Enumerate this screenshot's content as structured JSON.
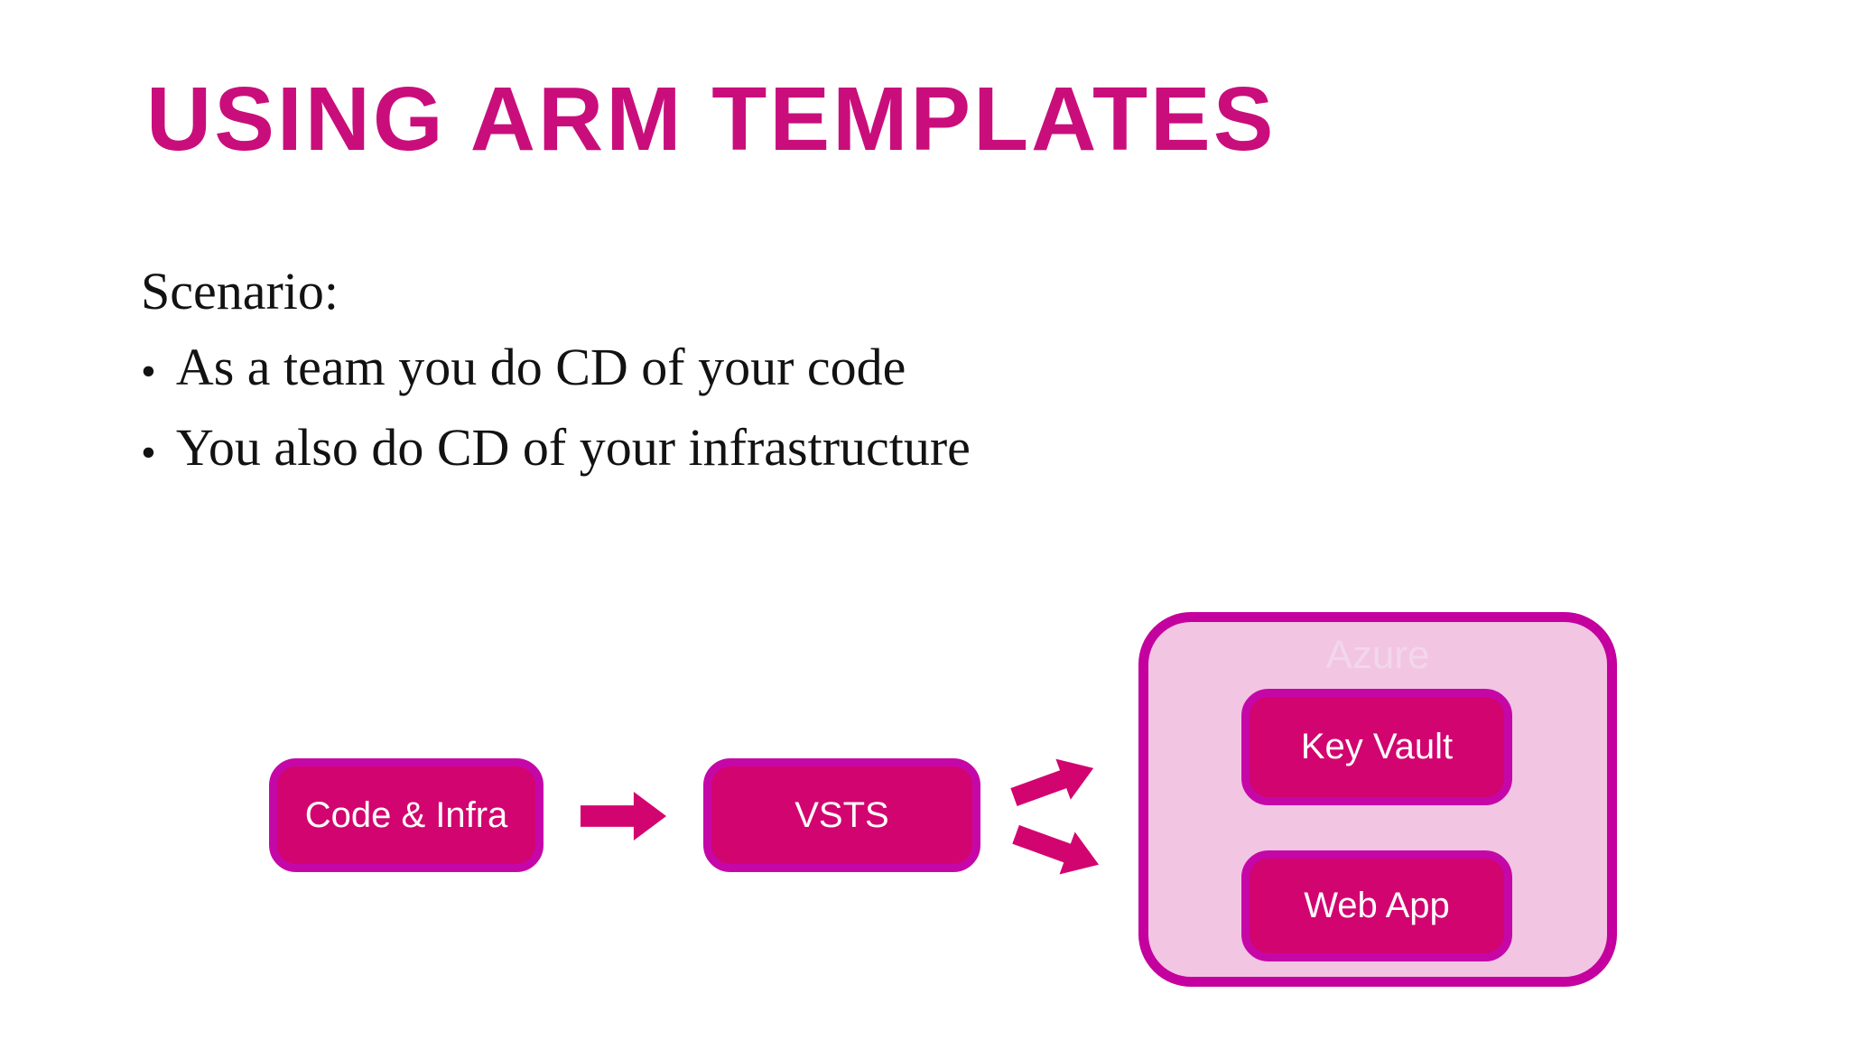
{
  "title": "USING ARM TEMPLATES",
  "scenario": {
    "label": "Scenario:",
    "bullet_char": "•",
    "items": [
      "As a team you do CD of your code",
      "You also do CD of your infrastructure"
    ]
  },
  "diagram": {
    "code_infra_label": "Code & Infra",
    "vsts_label": "VSTS",
    "azure_label": "Azure",
    "key_vault_label": "Key Vault",
    "web_app_label": "Web App",
    "icons": {
      "flow": "arrow-right",
      "to_key_vault": "arrow-up-right",
      "to_web_app": "arrow-down-right"
    }
  },
  "colors": {
    "title_color": "#c90e7c",
    "box_fill": "#d2046f",
    "box_border": "#c607a7",
    "container_fill": "#f2c5e3",
    "container_border": "#c4009e",
    "azure_label_color": "#f2d7ea",
    "arrow_color": "#d2046f",
    "body_text": "#121212"
  }
}
